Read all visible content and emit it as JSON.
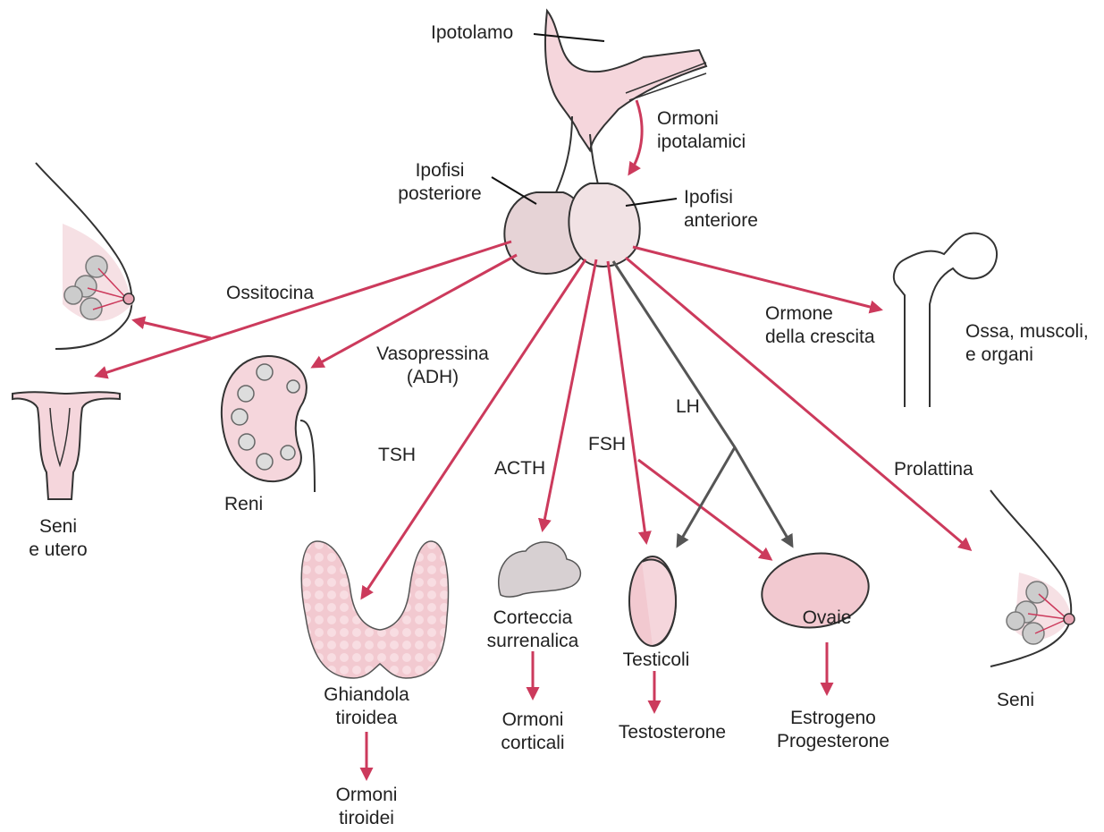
{
  "colors": {
    "hormone_arrow": "#cc3a5c",
    "lh_arrow": "#555555",
    "gland_fill": "#f2c9d0",
    "gland_light": "#f7e1e4",
    "outline": "#333333"
  },
  "labels": {
    "hypothalamus": "Ipotolamo",
    "hypothalamic_hormones": [
      "Ormoni",
      "ipotalamici"
    ],
    "posterior_pituitary": [
      "Ipofisi",
      "posteriore"
    ],
    "anterior_pituitary": [
      "Ipofisi",
      "anteriore"
    ]
  },
  "hormones": {
    "oxytocin": "Ossitocina",
    "vasopressin": [
      "Vasopressina",
      "(ADH)"
    ],
    "tsh": "TSH",
    "acth": "ACTH",
    "fsh": "FSH",
    "lh": "LH",
    "growth_hormone": [
      "Ormone",
      "della crescita"
    ],
    "prolactin": "Prolattina"
  },
  "targets": {
    "breasts_uterus": [
      "Seni",
      "e utero"
    ],
    "kidneys": "Reni",
    "thyroid": [
      "Ghiandola",
      "tiroidea"
    ],
    "adrenal_cortex": [
      "Corteccia",
      "surrenalica"
    ],
    "testes": "Testicoli",
    "ovaries": "Ovaie",
    "bone_muscle": [
      "Ossa, muscoli,",
      "e organi"
    ],
    "breasts": "Seni"
  },
  "products": {
    "thyroid_hormones": [
      "Ormoni",
      "tiroidei"
    ],
    "cortical_hormones": [
      "Ormoni",
      "corticali"
    ],
    "testosterone": "Testosterone",
    "ovarian": [
      "Estrogeno",
      "Progesterone"
    ]
  }
}
